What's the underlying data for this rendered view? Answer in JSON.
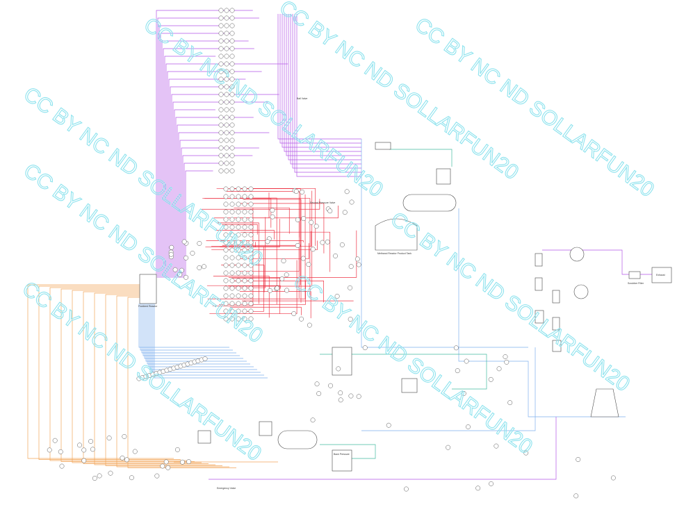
{
  "diagram": {
    "labels": {
      "reactor": "Fluidized Reactor",
      "product_tank": "Methanol Reactor Product Tank",
      "flash_valve": "Ball Valve",
      "second_valve": "Second Pressure Valve",
      "filter": "Scrubber Filter",
      "exhaust": "Exhaust",
      "back_pressure": "Back Pressure",
      "emergency_valve": "Emergency Valve"
    },
    "watermark": "CC BY NC ND SOLLARFUN20",
    "colors": {
      "purple": "#b455e6",
      "red": "#ee3344",
      "orange": "#f2a55a",
      "blue": "#7fb0ee",
      "teal": "#44bba0",
      "watermark": "#8fe3ee"
    }
  }
}
